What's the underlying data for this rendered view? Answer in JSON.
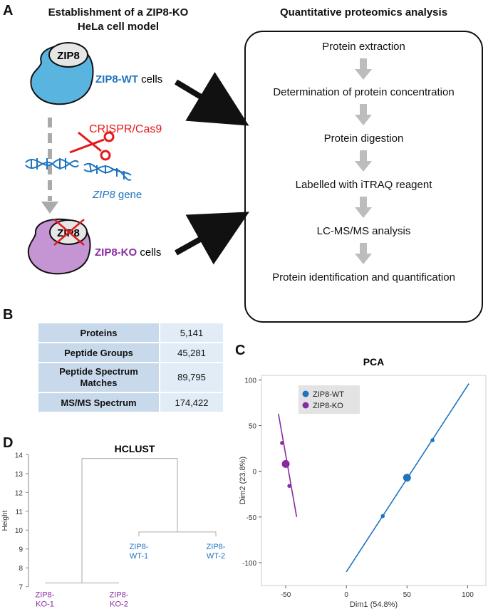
{
  "panel_a": {
    "letter": "A",
    "title_line1": "Establishment of a ZIP8-KO",
    "title_line2": "HeLa cell model",
    "wt_protein": "ZIP8",
    "wt_label_bold": "ZIP8-WT",
    "wt_label_rest": " cells",
    "crispr": "CRISPR/Cas9",
    "gene_italic": "ZIP8",
    "gene_rest": " gene",
    "ko_protein": "ZIP8",
    "ko_label_bold": "ZIP8-KO",
    "ko_label_rest": " cells",
    "workflow_title": "Quantitative proteomics analysis",
    "workflow_steps": [
      "Protein extraction",
      "Determination of protein concentration",
      "Protein digestion",
      "Labelled with iTRAQ reagent",
      "LC-MS/MS analysis",
      "Protein identification and quantification"
    ],
    "colors": {
      "wt_cell": "#5ab4e0",
      "ko_cell": "#c595d3",
      "wt_text": "#1f74c0",
      "ko_text": "#8a2aa3",
      "crispr": "#e41a1a",
      "dna": "#1f74c0"
    }
  },
  "panel_b": {
    "letter": "B",
    "rows": [
      {
        "label": "Proteins",
        "value": "5,141"
      },
      {
        "label": "Peptide Groups",
        "value": "45,281"
      },
      {
        "label_line1": "Peptide Spectrum",
        "label_line2": "Matches",
        "value": "89,795"
      },
      {
        "label": "MS/MS Spectrum",
        "value": "174,422"
      }
    ]
  },
  "panel_c": {
    "letter": "C",
    "chart_data": {
      "type": "scatter",
      "title": "PCA",
      "xlabel": "Dim1 (54.8%)",
      "ylabel": "Dim2 (23.8%)",
      "xlim": [
        -70,
        115
      ],
      "ylim": [
        -125,
        105
      ],
      "xticks": [
        -50,
        0,
        50,
        100
      ],
      "yticks": [
        -100,
        -50,
        0,
        50,
        100
      ],
      "legend_position": "top-left",
      "series": [
        {
          "name": "ZIP8-WT",
          "color": "#1f74c0",
          "points": [
            [
              30,
              -49
            ],
            [
              71,
              34
            ]
          ],
          "centroid": [
            50,
            -7
          ],
          "line": [
            [
              0,
              -110
            ],
            [
              101,
              96
            ]
          ]
        },
        {
          "name": "ZIP8-KO",
          "color": "#8a2aa3",
          "points": [
            [
              -53,
              31
            ],
            [
              -47,
              -16
            ]
          ],
          "centroid": [
            -50,
            8
          ],
          "line": [
            [
              -56,
              63
            ],
            [
              -41,
              -50
            ]
          ]
        }
      ]
    }
  },
  "panel_d": {
    "letter": "D",
    "chart_data": {
      "type": "dendrogram",
      "title": "HCLUST",
      "ylabel": "Height",
      "ylim": [
        6.8,
        14.2
      ],
      "yticks": [
        7,
        8,
        9,
        10,
        11,
        12,
        13,
        14
      ],
      "leaves": [
        {
          "line1": "ZIP8-",
          "line2": "KO-1",
          "color": "#8a2aa3"
        },
        {
          "line1": "ZIP8-",
          "line2": "KO-2",
          "color": "#8a2aa3"
        },
        {
          "line1": "ZIP8-",
          "line2": "WT-1",
          "color": "#1f74c0"
        },
        {
          "line1": "ZIP8-",
          "line2": "WT-2",
          "color": "#1f74c0"
        }
      ],
      "merges": [
        {
          "left": 0,
          "right": 1,
          "height": 7.2
        },
        {
          "left": 2,
          "right": 3,
          "height": 9.9
        },
        {
          "left": "ko",
          "right": "wt",
          "height": 13.8
        }
      ],
      "leaf_heights": [
        7.2,
        7.2,
        9.9,
        9.9
      ]
    }
  }
}
